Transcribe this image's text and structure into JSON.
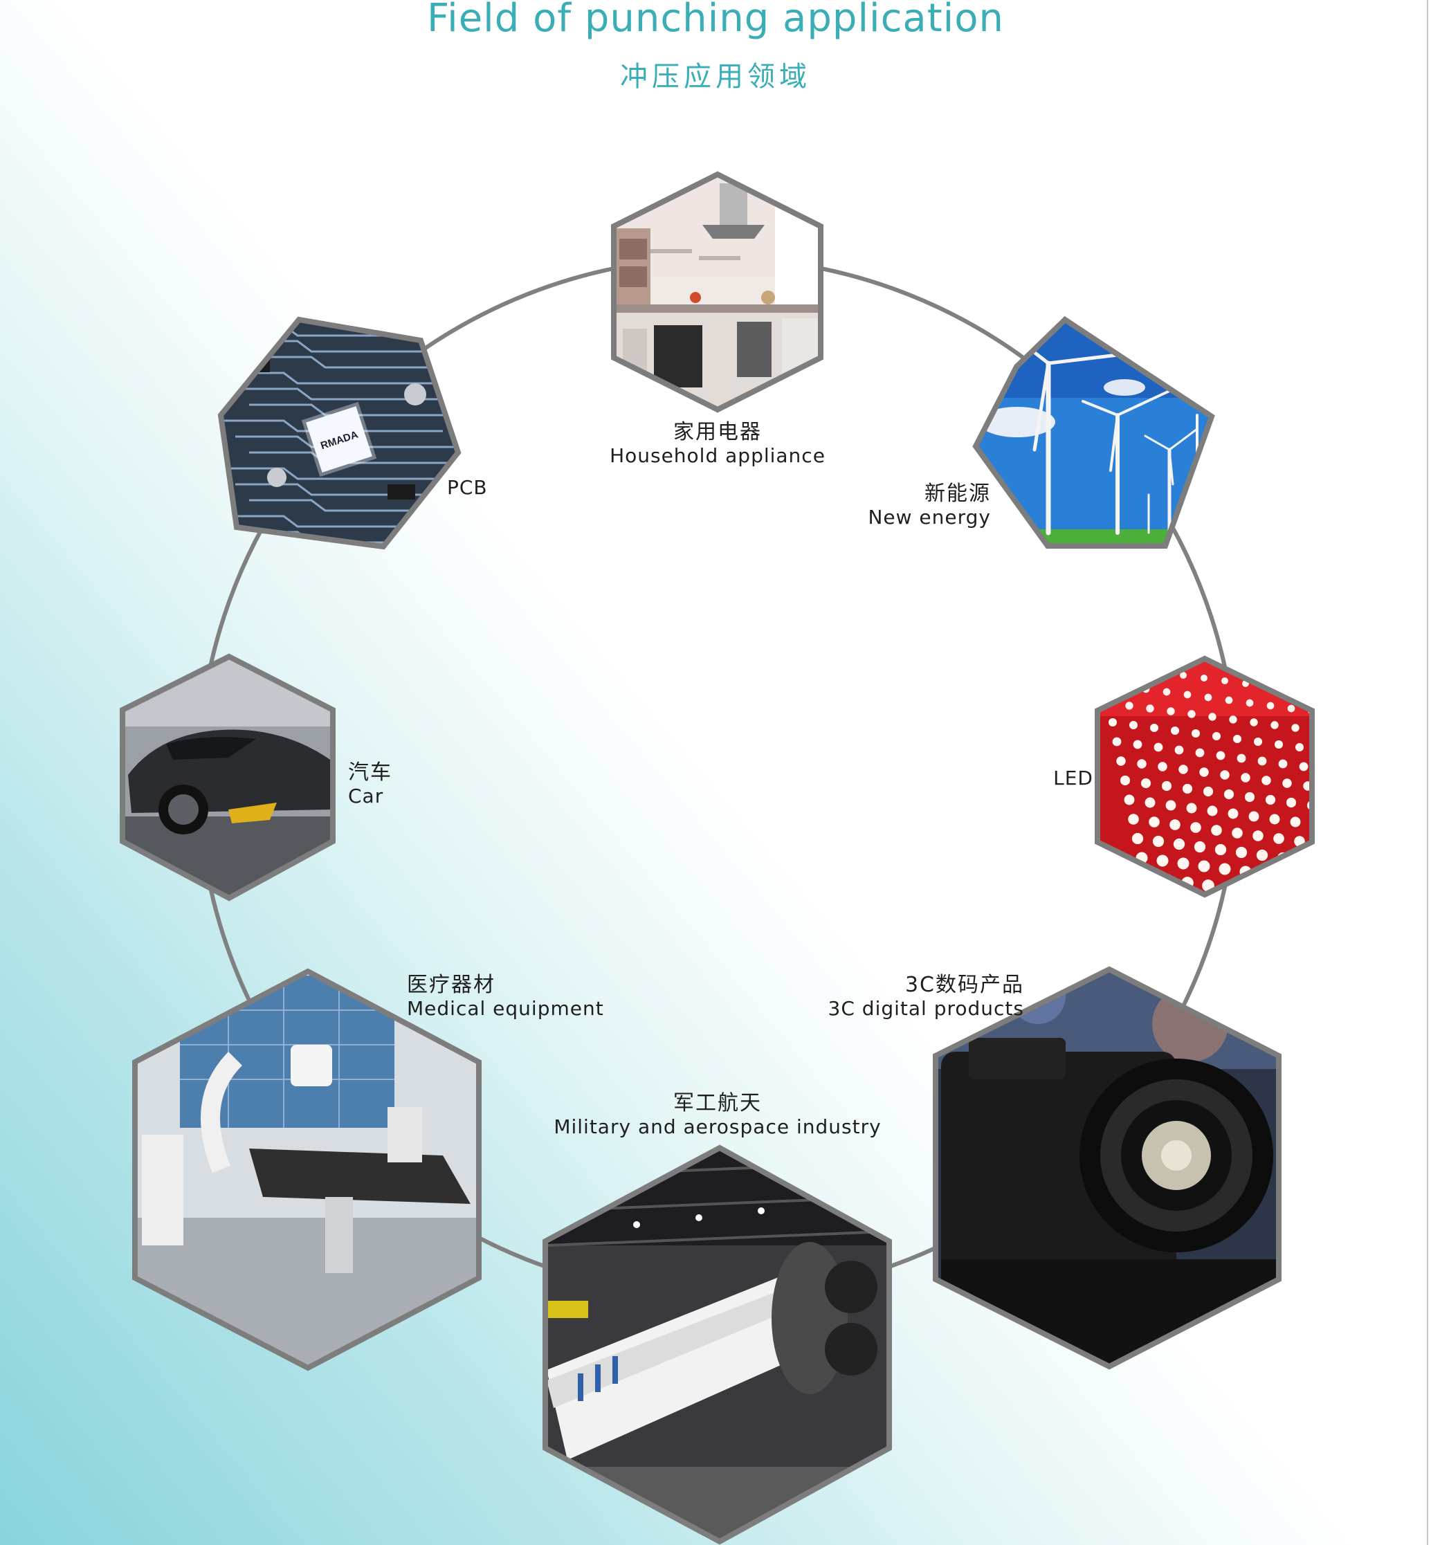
{
  "header": {
    "title_en": "Field of punching application",
    "title_cn": "冲压应用领域"
  },
  "fields": [
    {
      "id": "household",
      "cn": "家用电器",
      "en": "Household appliance",
      "image": "kitchen"
    },
    {
      "id": "new-energy",
      "cn": "新能源",
      "en": "New energy",
      "image": "wind-turbines"
    },
    {
      "id": "led",
      "cn": "",
      "en": "LED",
      "image": "led-lights"
    },
    {
      "id": "3c",
      "cn": "3C数码产品",
      "en": "3C digital products",
      "image": "camera"
    },
    {
      "id": "military",
      "cn": "军工航天",
      "en": "Military and aerospace industry",
      "image": "rocket"
    },
    {
      "id": "medical",
      "cn": "医疗器材",
      "en": "Medical equipment",
      "image": "operating-room"
    },
    {
      "id": "car",
      "cn": "汽车",
      "en": "Car",
      "image": "sports-car"
    },
    {
      "id": "pcb",
      "cn": "",
      "en": "PCB",
      "image": "circuit-board",
      "chip_text": "RMADA"
    }
  ],
  "colors": {
    "title": "#3aaeb6",
    "ring": "#808080",
    "hex_border": "#7d7d7d"
  }
}
